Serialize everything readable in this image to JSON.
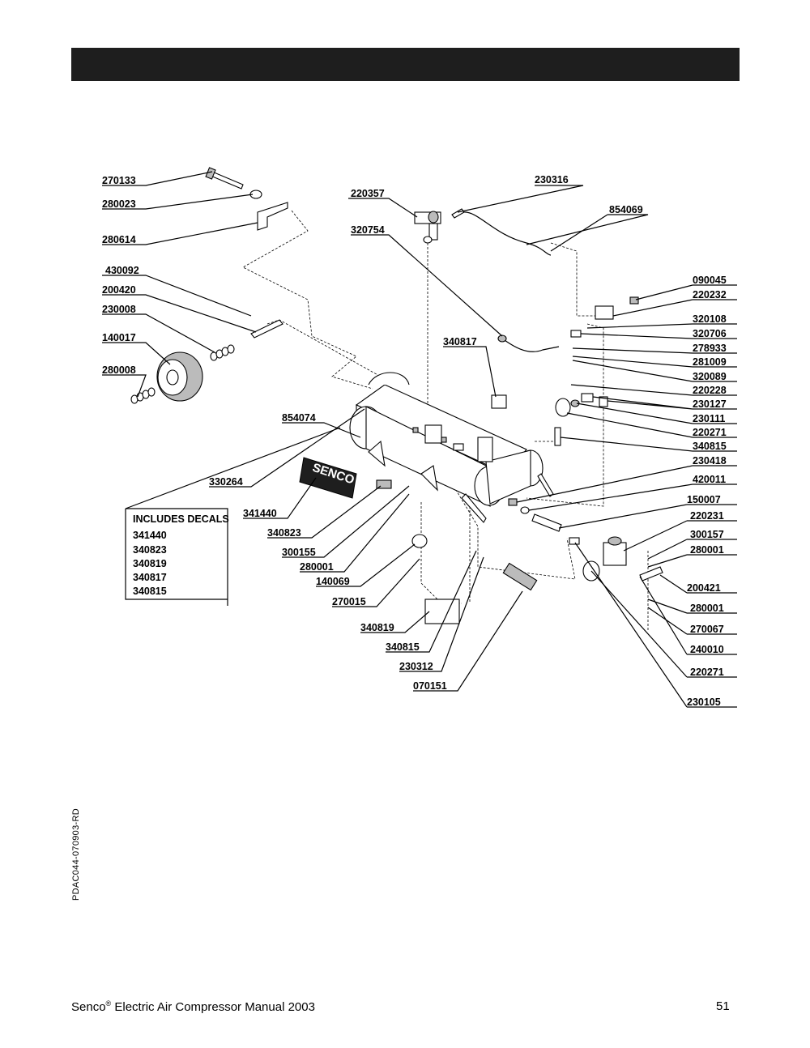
{
  "footer": {
    "brand": "Senco",
    "trademark": "®",
    "title": " Electric Air Compressor Manual  2003",
    "page_number": "51"
  },
  "document_code": "PDAC044-070903-RD",
  "includes_decals": {
    "heading": "INCLUDES DECALS",
    "items": [
      "341440",
      "340823",
      "340819",
      "340817",
      "340815"
    ]
  },
  "decal_logo_text": "SENCO",
  "callouts": {
    "left": [
      "270133",
      "280023",
      "280614",
      "430092",
      "200420",
      "230008",
      "140017",
      "280008",
      "854074",
      "330264",
      "341440",
      "340823",
      "300155",
      "280001",
      "140069",
      "270015",
      "340819",
      "340815",
      "230312",
      "070151"
    ],
    "top": [
      "220357",
      "320754",
      "230316",
      "854069",
      "340817"
    ],
    "right": [
      "090045",
      "220232",
      "320108",
      "320706",
      "278933",
      "281009",
      "320089",
      "220228",
      "230127",
      "230111",
      "220271",
      "340815",
      "230418",
      "420011",
      "150007",
      "220231",
      "300157",
      "280001",
      "200421",
      "280001",
      "270067",
      "240010",
      "220271",
      "230105"
    ]
  }
}
